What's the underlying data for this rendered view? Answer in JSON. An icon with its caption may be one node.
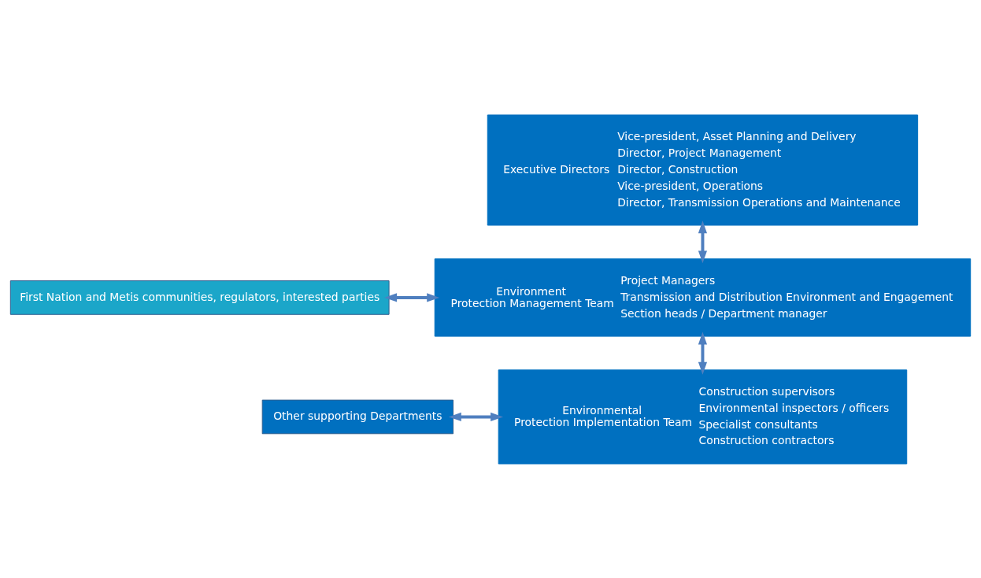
{
  "diagram": {
    "nodes": [
      {
        "text": [
          "Executive Directors",
          "Vice-president, Asset Planning and Delivery",
          "Director, Project Management",
          "Director, Construction",
          "Vice-president, Operations",
          "Director, Transmission Operations and Maintenance"
        ]
      },
      {
        "text": [
          "Environment Protection Management Team",
          "Project Managers",
          "Transmission and Distribution Environment and Engagement",
          "Section heads / Department manager"
        ]
      },
      {
        "text": [
          "First Nation and Metis communities, regulators, interested parties"
        ]
      },
      {
        "text": [
          "Environmental Protection Implementation Team",
          "Construction supervisors",
          "Environmental inspectors / officers",
          "Specialist consultants",
          "Construction contractors"
        ]
      },
      {
        "text": [
          "Other supporting Departments"
        ]
      }
    ],
    "edges": [
      {
        "from": 0,
        "to": 1,
        "arrow": "both"
      },
      {
        "from": 2,
        "to": 1,
        "arrow": "both"
      },
      {
        "from": 1,
        "to": 3,
        "arrow": "both"
      },
      {
        "from": 4,
        "to": 3,
        "arrow": "both"
      }
    ]
  }
}
